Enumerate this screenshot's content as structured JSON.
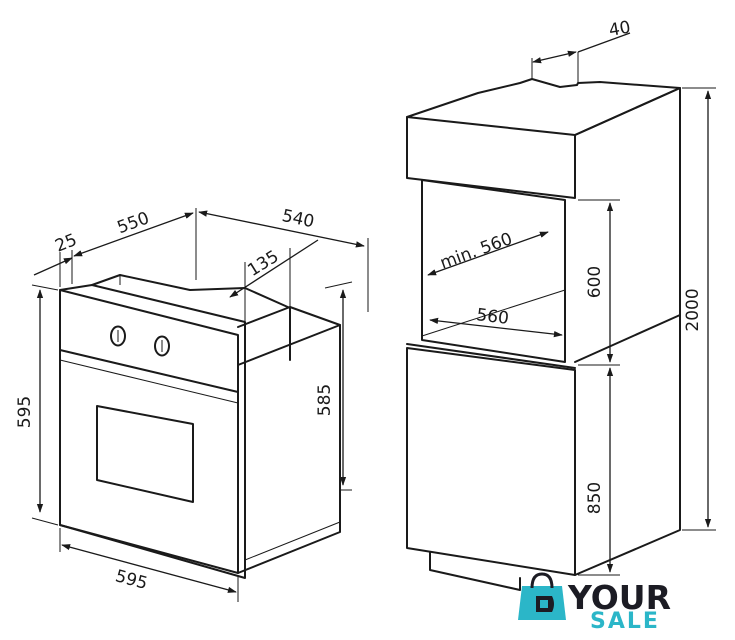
{
  "dimensions": {
    "oven_width_front": "595",
    "oven_height": "595",
    "oven_depth_total": "550",
    "oven_front_depth": "25",
    "oven_body_depth": "540",
    "oven_top_offset": "135",
    "oven_body_height": "585",
    "cabinet_top_depth": "40",
    "niche_width": "min. 560",
    "niche_depth": "560",
    "niche_height": "600",
    "lower_cabinet_height": "850",
    "cabinet_total_height": "2000"
  },
  "logo": {
    "word_1": "YOUR",
    "word_2": "SALE",
    "accent_color": "#2bb6c8",
    "dark_color": "#1c1c24",
    "icon": "shopping-bag-icon"
  }
}
